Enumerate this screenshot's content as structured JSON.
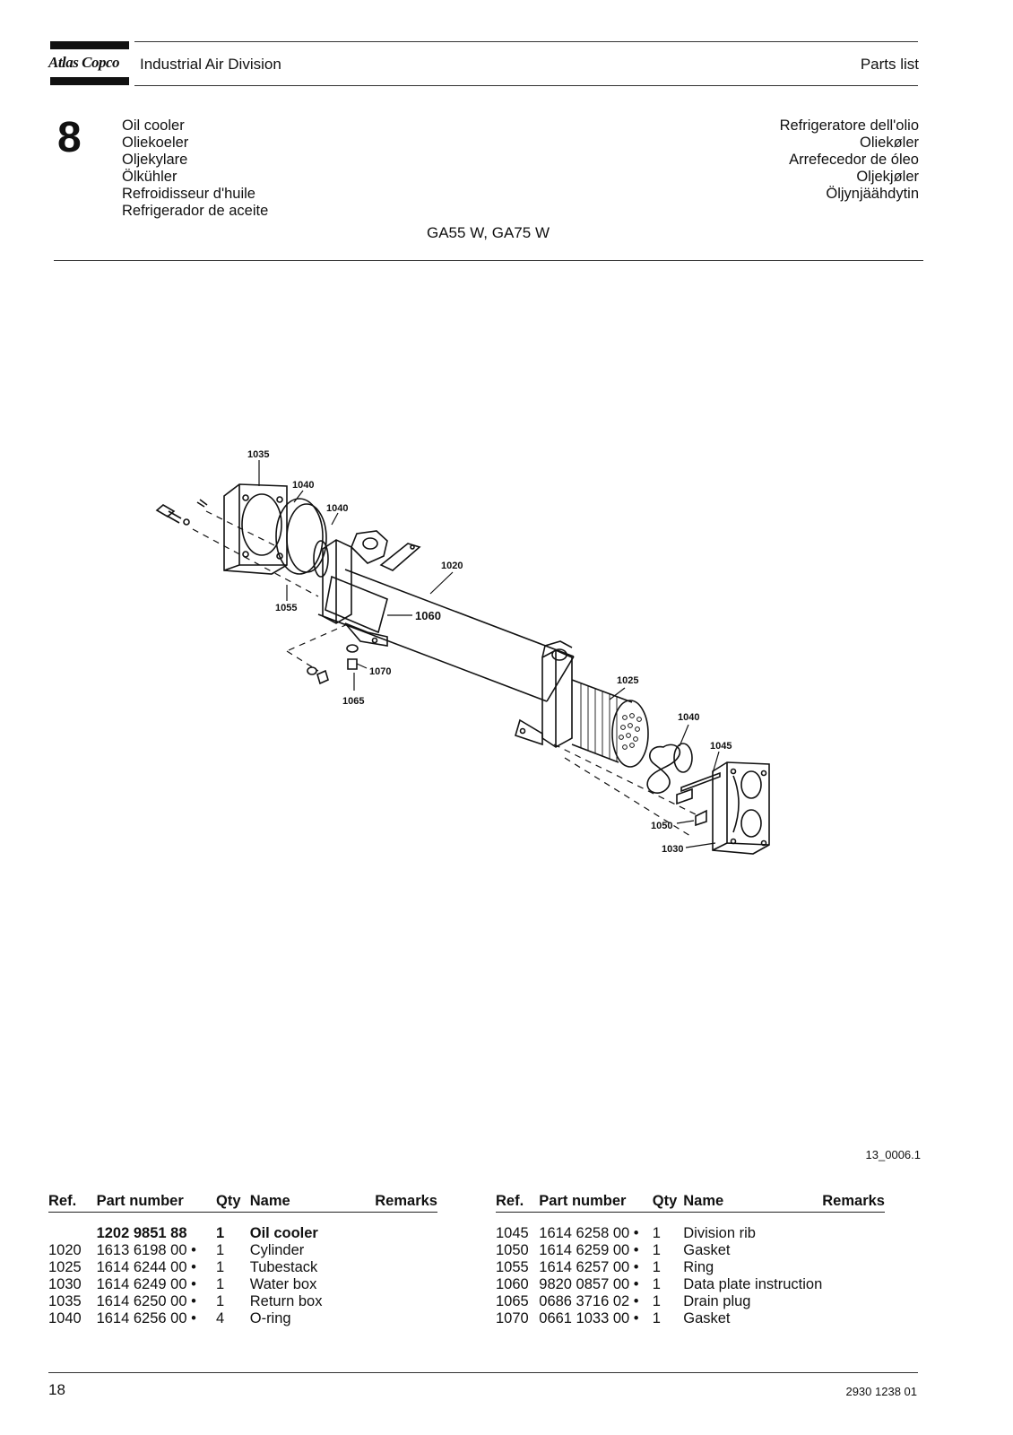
{
  "header": {
    "brand": "Atlas Copco",
    "division": "Industrial Air Division",
    "doc_type": "Parts list"
  },
  "chapter": {
    "number": "8",
    "titles_left": [
      "Oil cooler",
      "Oliekoeler",
      "Oljekylare",
      "Ölkühler",
      "Refroidisseur d'huile",
      "Refrigerador de aceite"
    ],
    "titles_right": [
      "Refrigeratore dell'olio",
      "Oliekøler",
      "Arrefecedor de óleo",
      "Oljekjøler",
      "Öljynjäähdytin"
    ],
    "model": "GA55 W, GA75 W"
  },
  "figure": {
    "id": "13_0006.1",
    "callouts": [
      "1035",
      "1040",
      "1040",
      "1020",
      "1055",
      "1060",
      "1070",
      "1065",
      "1025",
      "1040",
      "1045",
      "1050",
      "1030"
    ]
  },
  "table": {
    "headers": [
      "Ref.",
      "Part number",
      "Qty",
      "Name",
      "Remarks"
    ],
    "left": {
      "assembly": {
        "ref": "",
        "part": "1202 9851 88",
        "qty": "1",
        "name": "Oil cooler",
        "remarks": ""
      },
      "rows": [
        {
          "ref": "1020",
          "part": "1613 6198 00 •",
          "qty": "1",
          "name": "Cylinder",
          "remarks": ""
        },
        {
          "ref": "1025",
          "part": "1614 6244 00 •",
          "qty": "1",
          "name": "Tubestack",
          "remarks": ""
        },
        {
          "ref": "1030",
          "part": "1614 6249 00 •",
          "qty": "1",
          "name": "Water box",
          "remarks": ""
        },
        {
          "ref": "1035",
          "part": "1614 6250 00 •",
          "qty": "1",
          "name": "Return box",
          "remarks": ""
        },
        {
          "ref": "1040",
          "part": "1614 6256 00 •",
          "qty": "4",
          "name": "O-ring",
          "remarks": ""
        }
      ]
    },
    "right": {
      "rows": [
        {
          "ref": "1045",
          "part": "1614 6258 00 •",
          "qty": "1",
          "name": "Division rib",
          "remarks": ""
        },
        {
          "ref": "1050",
          "part": "1614 6259 00 •",
          "qty": "1",
          "name": "Gasket",
          "remarks": ""
        },
        {
          "ref": "1055",
          "part": "1614 6257 00 •",
          "qty": "1",
          "name": "Ring",
          "remarks": ""
        },
        {
          "ref": "1060",
          "part": "9820 0857 00 •",
          "qty": "1",
          "name": "Data plate instruction",
          "remarks": ""
        },
        {
          "ref": "1065",
          "part": "0686 3716 02 •",
          "qty": "1",
          "name": "Drain plug",
          "remarks": ""
        },
        {
          "ref": "1070",
          "part": "0661 1033 00 •",
          "qty": "1",
          "name": "Gasket",
          "remarks": ""
        }
      ]
    }
  },
  "footer": {
    "page_number": "18",
    "doc_number": "2930 1238 01"
  }
}
